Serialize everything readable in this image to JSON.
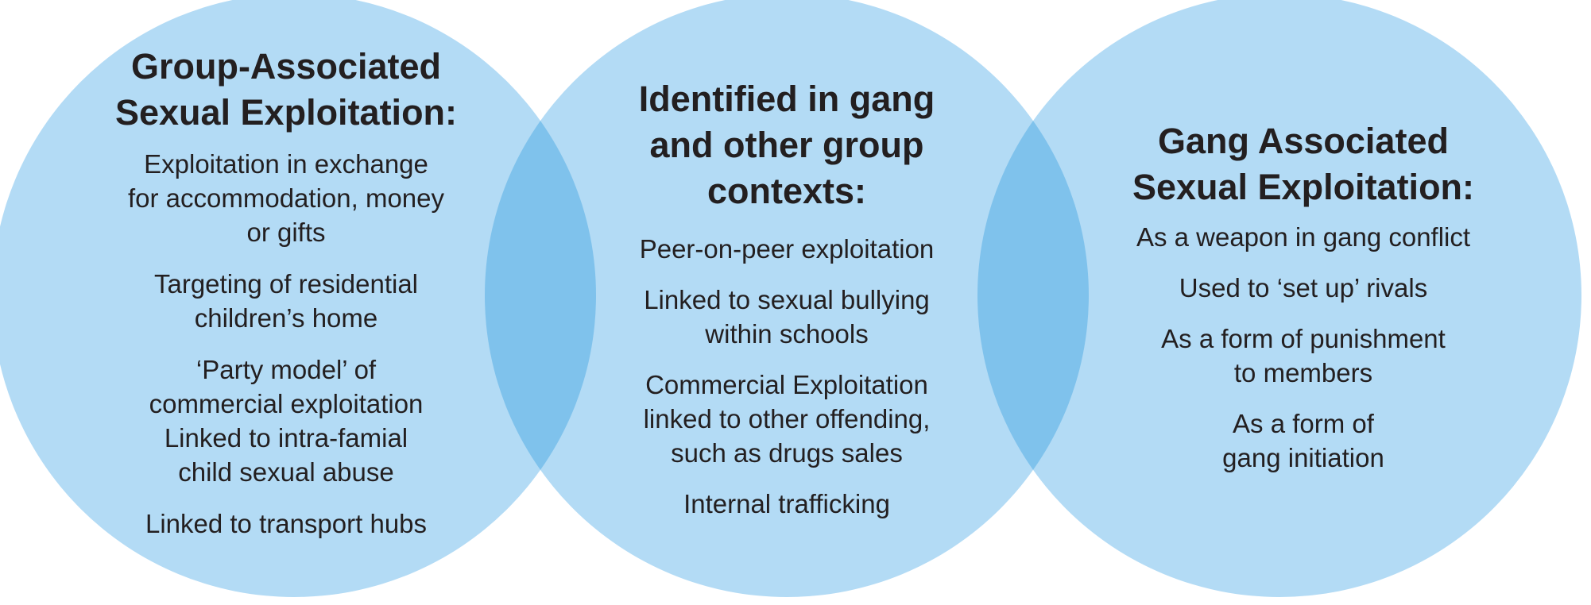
{
  "colors": {
    "circle_fill": "#b3dbf5",
    "overlap_fill": "#7fc2ec",
    "text": "#231f20"
  },
  "left": {
    "heading": [
      "Group-Associated",
      "Sexual Exploitation:"
    ],
    "items": [
      [
        "Exploitation in exchange",
        "for accommodation, money",
        "or gifts"
      ],
      [
        "Targeting of residential",
        "children’s home"
      ],
      [
        "‘Party model’ of",
        "commercial exploitation"
      ],
      [
        "Linked to intra-famial",
        "child sexual abuse"
      ],
      [
        "Linked to transport hubs"
      ]
    ]
  },
  "middle": {
    "heading": [
      "Identified in gang",
      "and other group",
      "contexts:"
    ],
    "items": [
      [
        "Peer-on-peer exploitation"
      ],
      [
        "Linked to sexual bullying",
        "within schools"
      ],
      [
        "Commercial Exploitation",
        "linked to other offending,",
        "such as drugs sales"
      ],
      [
        "Internal trafficking"
      ]
    ]
  },
  "right": {
    "heading": [
      "Gang Associated",
      "Sexual Exploitation:"
    ],
    "items": [
      [
        "As a weapon in gang conflict"
      ],
      [
        "Used to ‘set up’ rivals"
      ],
      [
        "As a form of punishment",
        "to members"
      ],
      [
        "As a form of",
        "gang initiation"
      ]
    ]
  }
}
